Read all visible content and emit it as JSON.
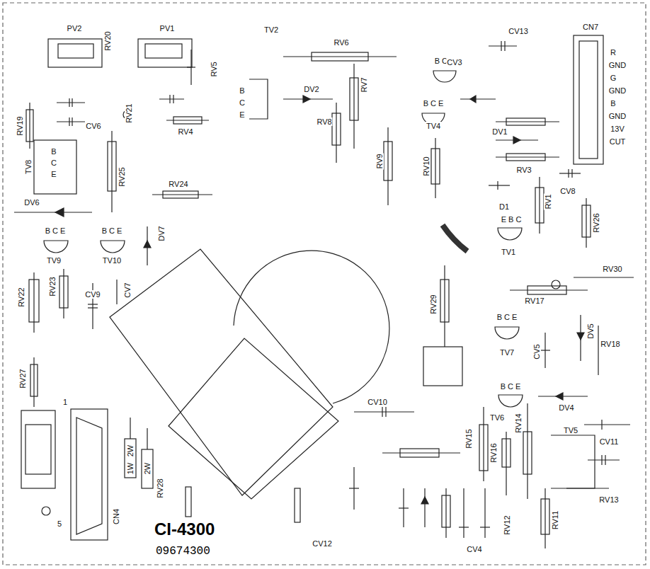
{
  "diagram": {
    "title": "CI-4300",
    "caption": "09674300",
    "labels": [
      "PV2",
      "RV20",
      "PV1",
      "RV5",
      "TV2",
      "B",
      "C",
      "E",
      "RV6",
      "B C E",
      "CV3",
      "CV13",
      "CN7",
      "R",
      "GND",
      "G",
      "GND",
      "B",
      "GND",
      "13V",
      "CUT",
      "DV2",
      "RV7",
      "B C E",
      "TV4",
      "RV8",
      "DV1",
      "RV9",
      "RV10",
      "RV3",
      "CV8",
      "RV1",
      "RV26",
      "D1",
      "E B C",
      "TV1",
      "RV19",
      "CV6",
      "RV21",
      "TV8",
      "B",
      "C",
      "E",
      "RV25",
      "RV24",
      "RV4",
      "DV6",
      "B C E",
      "B C E",
      "TV9",
      "TV10",
      "DV7",
      "CV9",
      "CV7",
      "RV22",
      "RV23",
      "RV27",
      "1",
      "5",
      "CN4",
      "2W",
      "1W",
      "2W",
      "RV28",
      "RV30",
      "RV17",
      "RV29",
      "B C E",
      "TV7",
      "DV5",
      "CV5",
      "RV18",
      "B C E",
      "TV6",
      "DV4",
      "CV10",
      "RV15",
      "RV16",
      "RV14",
      "TV5",
      "CV11",
      "RV13",
      "RV12",
      "RV11",
      "CV4",
      "CV12"
    ]
  }
}
